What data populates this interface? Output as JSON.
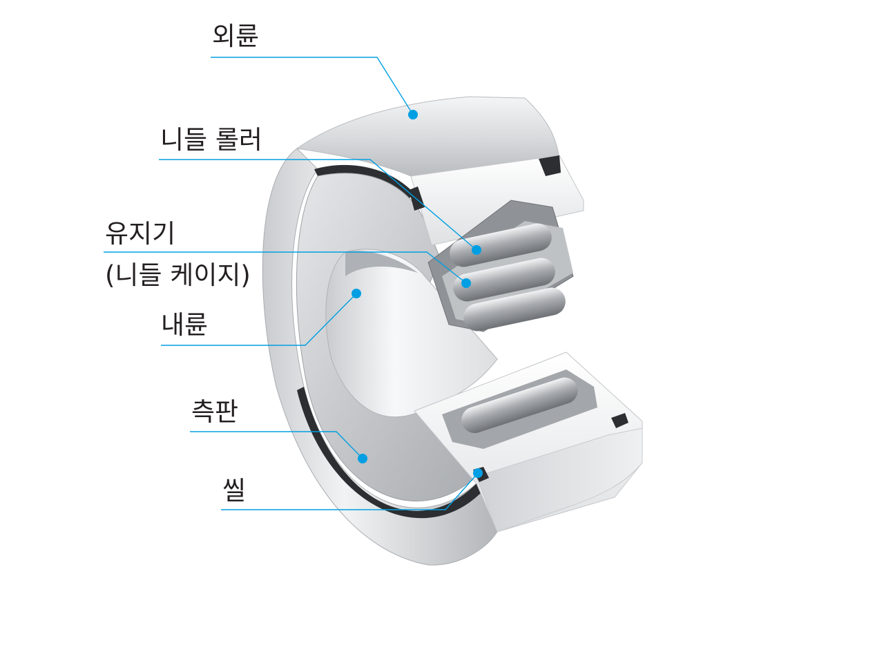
{
  "accent_color": "#009fe3",
  "labels": {
    "outer_ring": "외륜",
    "needle_roller": "니들 롤러",
    "cage_line1": "유지기",
    "cage_line2": "(니들 케이지)",
    "inner_ring": "내륜",
    "side_plate": "측판",
    "seal": "씰"
  }
}
